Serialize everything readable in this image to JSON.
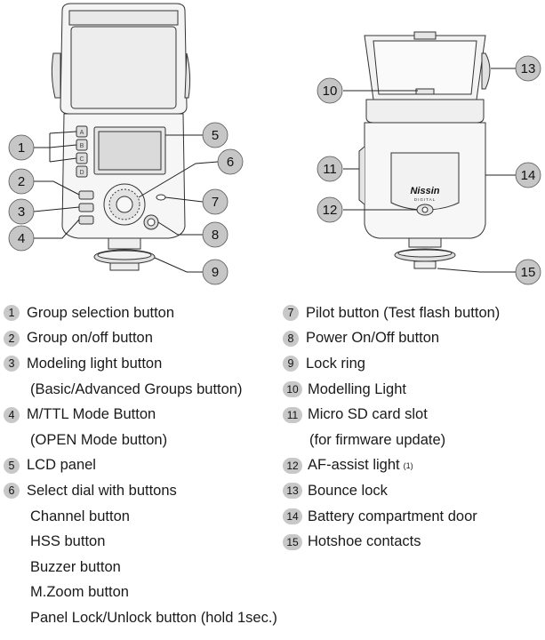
{
  "callouts": [
    "1",
    "2",
    "3",
    "4",
    "5",
    "6",
    "7",
    "8",
    "9",
    "10",
    "11",
    "12",
    "13",
    "14",
    "15"
  ],
  "brand": {
    "name": "Nissin",
    "sub": "DIGITAL"
  },
  "legend_left": [
    {
      "num": "1",
      "text": "Group selection button"
    },
    {
      "num": "2",
      "text": "Group on/off button"
    },
    {
      "num": "3",
      "text": "Modeling light button"
    },
    {
      "num": "",
      "text": "(Basic/Advanced Groups button)"
    },
    {
      "num": "4",
      "text": "M/TTL Mode Button"
    },
    {
      "num": "",
      "text": "(OPEN Mode button)"
    },
    {
      "num": "5",
      "text": "LCD panel"
    },
    {
      "num": "6",
      "text": "Select dial with buttons"
    },
    {
      "num": "",
      "text": "Channel button"
    },
    {
      "num": "",
      "text": "HSS button"
    },
    {
      "num": "",
      "text": "Buzzer button"
    },
    {
      "num": "",
      "text": "M.Zoom button"
    },
    {
      "num": "",
      "text": "Panel Lock/Unlock button (hold 1sec.)"
    }
  ],
  "legend_right": [
    {
      "num": "7",
      "text": "Pilot button (Test flash button)"
    },
    {
      "num": "8",
      "text": "Power On/Off button"
    },
    {
      "num": "9",
      "text": "Lock ring"
    },
    {
      "num": "10",
      "text": "Modelling Light"
    },
    {
      "num": "11",
      "text": "Micro SD card slot"
    },
    {
      "num": "",
      "text": "(for firmware update)"
    },
    {
      "num": "12",
      "text": "AF-assist light",
      "sup": "(1)"
    },
    {
      "num": "13",
      "text": "Bounce lock"
    },
    {
      "num": "14",
      "text": "Battery compartment door"
    },
    {
      "num": "15",
      "text": "Hotshoe contacts"
    }
  ]
}
